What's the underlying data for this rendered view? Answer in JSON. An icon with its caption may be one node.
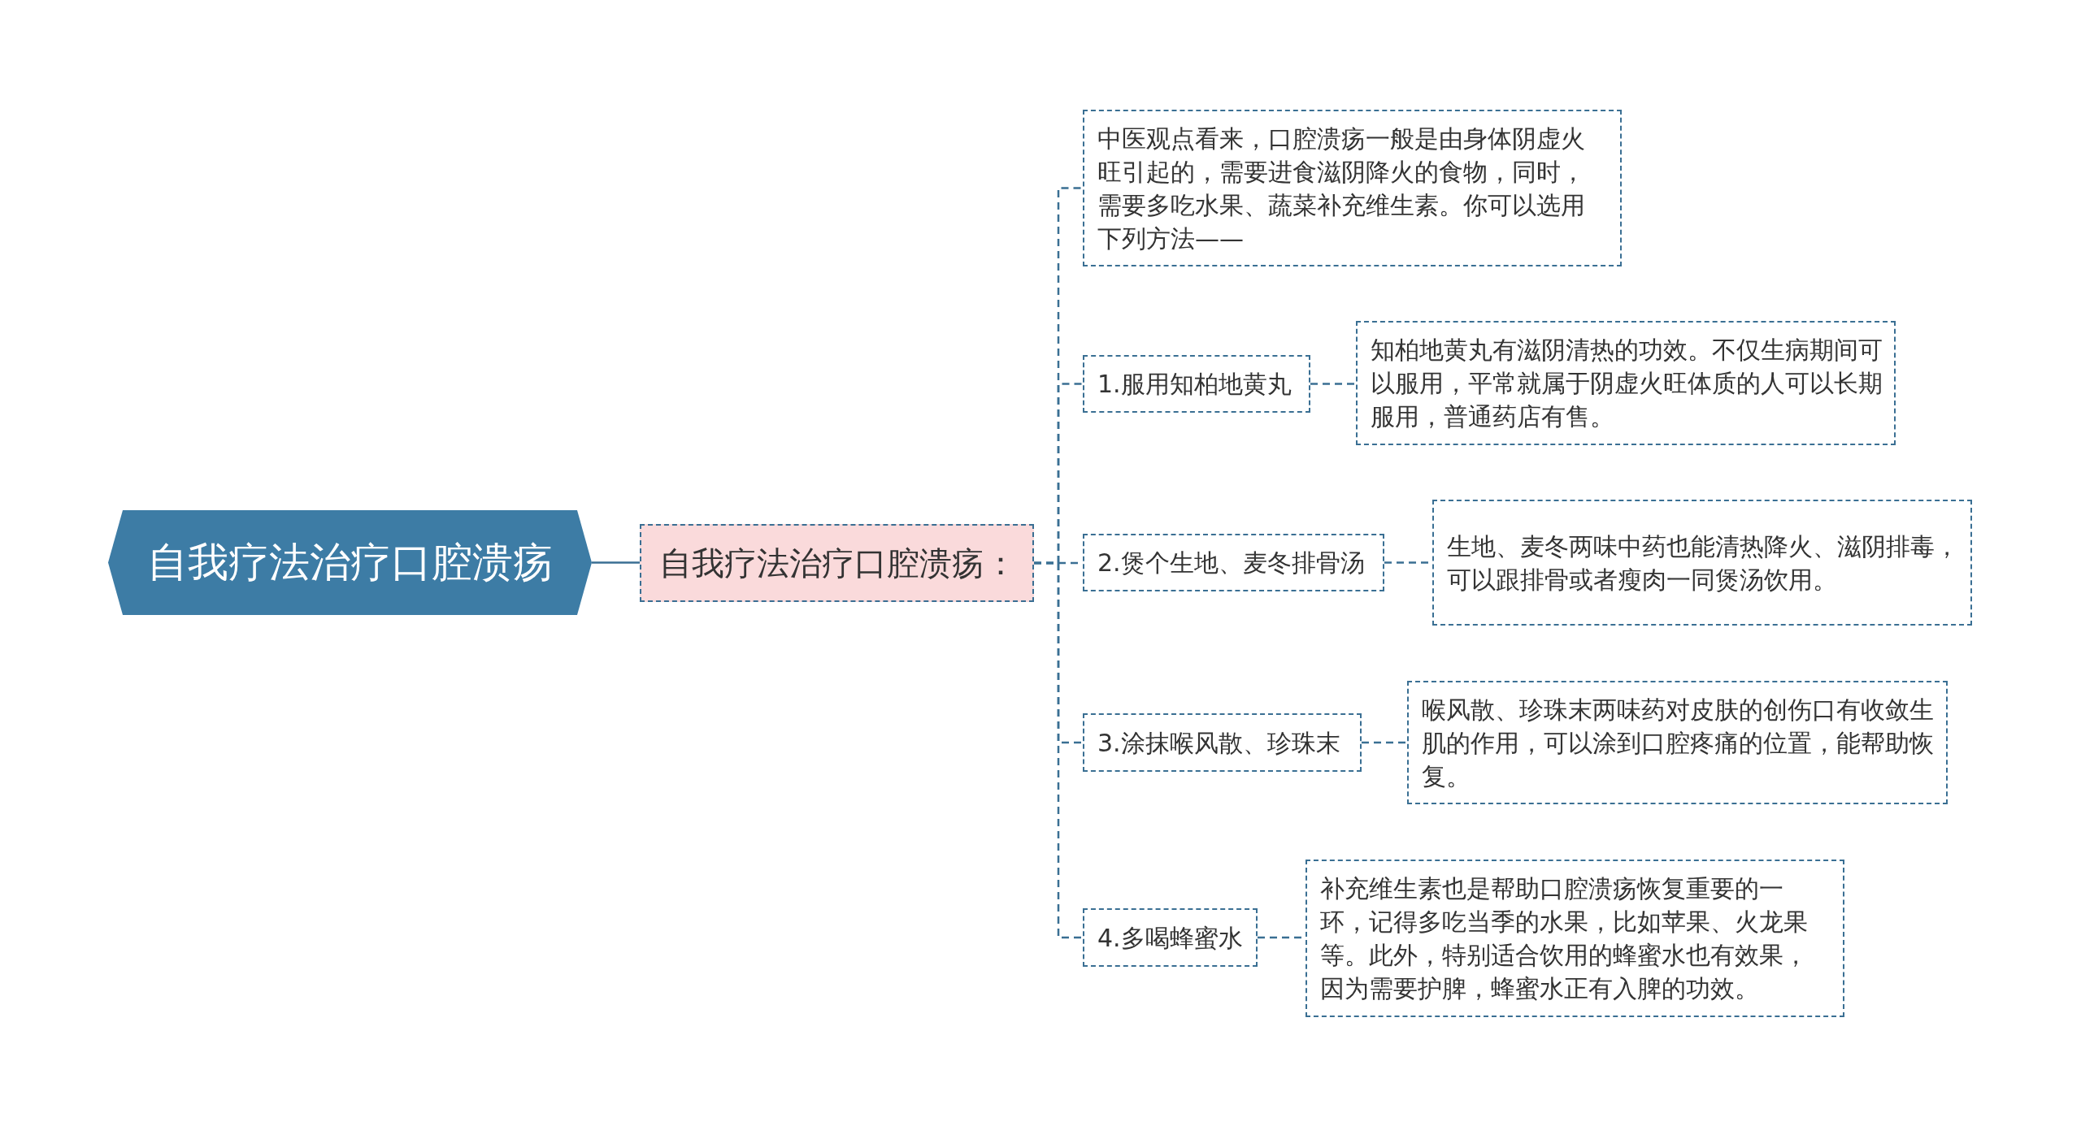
{
  "diagram": {
    "nodes": [
      {
        "text": [
          "自我疗法治疗口腔溃疡"
        ]
      },
      {
        "text": [
          "自我疗法治疗口腔溃疡："
        ]
      },
      {
        "text": [
          "中医观点看来，口腔溃疡一般是由身体阴虚火旺引起的，需要进食滋阴降火的食物，同时，需要多吃水果、蔬菜补充维生素。你可以选用下列方法——"
        ]
      },
      {
        "text": [
          "1.服用知柏地黄丸"
        ]
      },
      {
        "text": [
          "知柏地黄丸有滋阴清热的功效。不仅生病期间可以服用，平常就属于阴虚火旺体质的人可以长期服用，普通药店有售。"
        ]
      },
      {
        "text": [
          "2.煲个生地、麦冬排骨汤"
        ]
      },
      {
        "text": [
          "生地、麦冬两味中药也能清热降火、滋阴排毒，可以跟排骨或者瘦肉一同煲汤饮用。"
        ]
      },
      {
        "text": [
          "3.涂抹喉风散、珍珠末"
        ]
      },
      {
        "text": [
          "喉风散、珍珠末两味药对皮肤的创伤口有收敛生肌的作用，可以涂到口腔疼痛的位置，能帮助恢复。"
        ]
      },
      {
        "text": [
          "4.多喝蜂蜜水"
        ]
      },
      {
        "text": [
          "补充维生素也是帮助口腔溃疡恢复重要的一环，记得多吃当季的水果，比如苹果、火龙果等。此外，特别适合饮用的蜂蜜水也有效果，因为需要护脾，蜂蜜水正有入脾的功效。"
        ]
      }
    ],
    "edges": [
      {
        "from": 0,
        "to": 1,
        "arrow": "none"
      },
      {
        "from": 1,
        "to": 2,
        "arrow": "none",
        "style": "dashed"
      },
      {
        "from": 1,
        "to": 3,
        "arrow": "none",
        "style": "dashed"
      },
      {
        "from": 1,
        "to": 5,
        "arrow": "none",
        "style": "dashed"
      },
      {
        "from": 1,
        "to": 7,
        "arrow": "none",
        "style": "dashed"
      },
      {
        "from": 1,
        "to": 9,
        "arrow": "none",
        "style": "dashed"
      },
      {
        "from": 3,
        "to": 4,
        "arrow": "none",
        "style": "dashed"
      },
      {
        "from": 5,
        "to": 6,
        "arrow": "none",
        "style": "dashed"
      },
      {
        "from": 7,
        "to": 8,
        "arrow": "none",
        "style": "dashed"
      },
      {
        "from": 9,
        "to": 10,
        "arrow": "none",
        "style": "dashed"
      }
    ]
  }
}
